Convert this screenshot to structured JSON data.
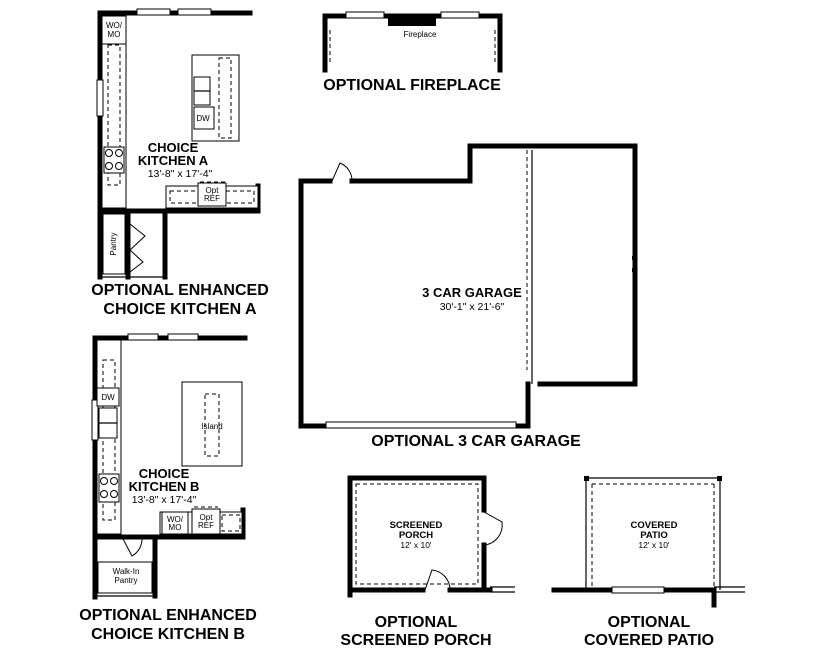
{
  "kitchen_a": {
    "room_line1": "CHOICE",
    "room_line2": "KITCHEN A",
    "dimensions": "13'-8\" x 17'-4\"",
    "wo_mo_line1": "WO/",
    "wo_mo_line2": "MO",
    "dw": "DW",
    "opt_ref_line1": "Opt",
    "opt_ref_line2": "REF",
    "pantry": "Pantry",
    "title_line1": "OPTIONAL ENHANCED",
    "title_line2": "CHOICE KITCHEN A"
  },
  "fireplace": {
    "label": "Fireplace",
    "title": "OPTIONAL FIREPLACE"
  },
  "garage": {
    "room_name": "3 CAR GARAGE",
    "dimensions": "30'-1\" x 21'-6\"",
    "title": "OPTIONAL 3 CAR GARAGE"
  },
  "kitchen_b": {
    "room_line1": "CHOICE",
    "room_line2": "KITCHEN B",
    "dimensions": "13'-8\" x 17'-4\"",
    "dw": "DW",
    "island": "Island",
    "wo_mo_line1": "WO/",
    "wo_mo_line2": "MO",
    "opt_ref_line1": "Opt",
    "opt_ref_line2": "REF",
    "pantry_line1": "Walk-In",
    "pantry_line2": "Pantry",
    "title_line1": "OPTIONAL ENHANCED",
    "title_line2": "CHOICE KITCHEN B"
  },
  "screened_porch": {
    "room_line1": "SCREENED",
    "room_line2": "PORCH",
    "dimensions": "12' x 10'",
    "title_line1": "OPTIONAL",
    "title_line2": "SCREENED PORCH"
  },
  "covered_patio": {
    "room_line1": "COVERED",
    "room_line2": "PATIO",
    "dimensions": "12' x 10'",
    "title_line1": "OPTIONAL",
    "title_line2": "COVERED PATIO"
  }
}
